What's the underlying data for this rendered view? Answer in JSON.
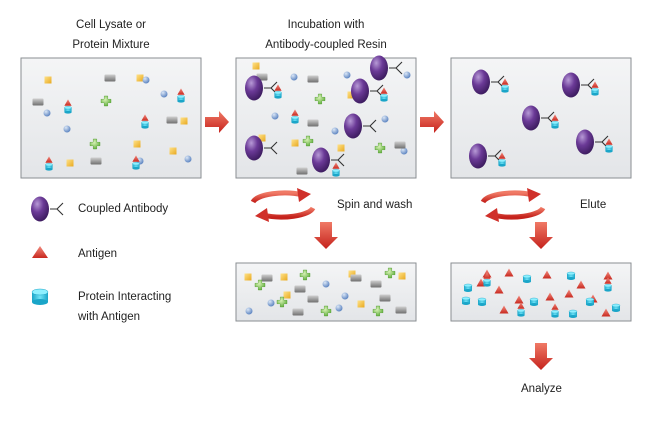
{
  "panels": {
    "lysate": {
      "title_line1": "Cell Lysate or",
      "title_line2": "Protein Mixture"
    },
    "incubation": {
      "title_line1": "Incubation with",
      "title_line2": "Antibody-coupled Resin"
    }
  },
  "steps": {
    "spin_wash": "Spin and wash",
    "elute": "Elute",
    "analyze": "Analyze"
  },
  "legend": {
    "coupled_antibody": "Coupled Antibody",
    "antigen": "Antigen",
    "protein_line1": "Protein Interacting",
    "protein_line2": "with Antigen"
  },
  "colors": {
    "panel_fill": "#eceef0",
    "panel_stroke": "#8a8e92",
    "arrow_red": "#cc2a2a",
    "antibody_purple": "#5a2d82",
    "antigen_red": "#e0443a",
    "protein_cyan": "#2ec7e6",
    "yellow_square": "#f6c23e",
    "blue_circle": "#7fa6d8",
    "gray_rect": "#9a9a9a",
    "green_cross": "#7cc84a"
  }
}
